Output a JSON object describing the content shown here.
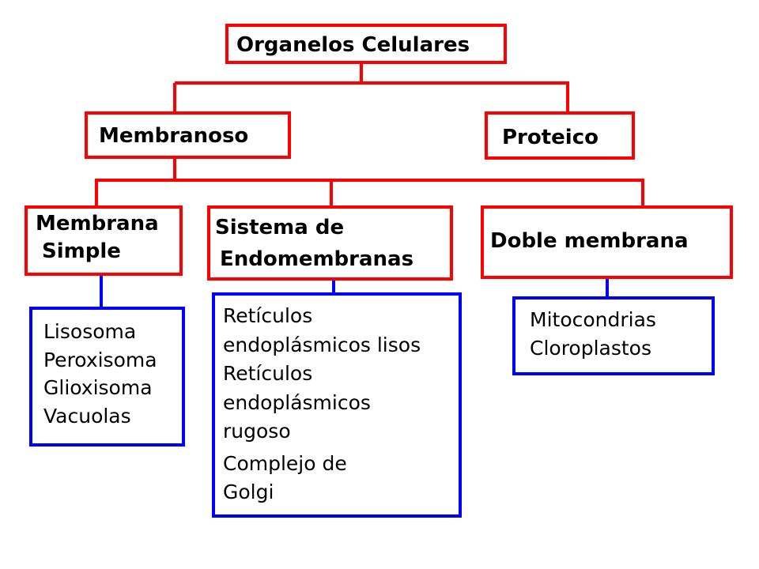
{
  "colors": {
    "category_border": "#ff0000",
    "item_border": "#0000ff",
    "connector_red": "#ff0000",
    "connector_blue": "#0000ff"
  },
  "root": {
    "label": "Organelos Celulares"
  },
  "level1": {
    "membranoso": "Membranoso",
    "proteico": "Proteico"
  },
  "level2": {
    "membrana_simple": [
      "Membrana",
      "Simple"
    ],
    "endomembranas": [
      "Sistema de",
      "Endomembranas"
    ],
    "doble_membrana": "Doble membrana"
  },
  "items": {
    "membrana_simple": [
      "Lisosoma",
      "Peroxisoma",
      "Glioxisoma",
      "Vacuolas"
    ],
    "endomembranas": [
      "Retículos",
      "endoplásmicos lisos",
      "Retículos",
      "endoplásmicos",
      "rugoso",
      "Complejo de",
      "Golgi"
    ],
    "doble_membrana": [
      "Mitocondrias",
      "Cloroplastos"
    ]
  }
}
